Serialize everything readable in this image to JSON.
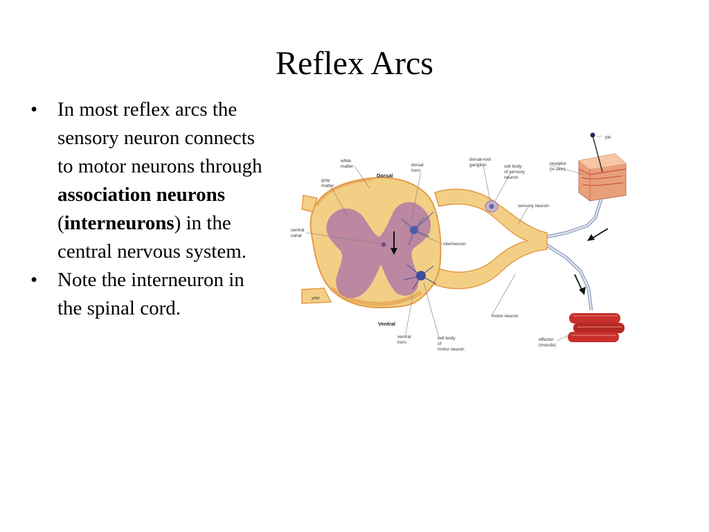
{
  "slide": {
    "title": "Reflex Arcs",
    "bullets": [
      {
        "parts": [
          {
            "text": "In most reflex arcs the sensory neuron connects to motor neurons through ",
            "bold": false
          },
          {
            "text": "association neurons",
            "bold": true
          },
          {
            "text": " (",
            "bold": false
          },
          {
            "text": "interneurons",
            "bold": true
          },
          {
            "text": ") in the central nervous system.",
            "bold": false
          }
        ]
      },
      {
        "parts": [
          {
            "text": "Note the interneuron in the spinal cord.",
            "bold": false
          }
        ]
      }
    ],
    "bullet_symbol": "•"
  },
  "diagram": {
    "labels": {
      "white_matter": [
        "white",
        "matter"
      ],
      "gray_matter": [
        "gray",
        "matter"
      ],
      "dorsal": "Dorsal",
      "dorsal_horn": [
        "dorsal",
        "horn"
      ],
      "dorsal_root_ganglion": [
        "dorsal-root",
        "ganglion"
      ],
      "cell_body_sensory": [
        "cell body",
        "of sensory",
        "neuron"
      ],
      "pin": "pin",
      "receptor": [
        "receptor",
        "(in skin)"
      ],
      "sensory_neuron": "sensory neuron",
      "central_canal": [
        "central",
        "canal"
      ],
      "interneuron": "interneuron",
      "ventral": "Ventral",
      "ventral_horn": [
        "ventral",
        "horn"
      ],
      "cell_body_motor": [
        "cell body",
        "of",
        "motor neuron"
      ],
      "motor_neuron": "motor neuron",
      "effector": [
        "effector",
        "(muscle)"
      ],
      "signature": "yaw"
    },
    "colors": {
      "cord_outer": "#f3cf86",
      "cord_edge": "#e39a45",
      "gray_matter": "#b07aa6",
      "neuron": "#6b7fb8",
      "muscle": "#c8302e",
      "skin": "#e8a07a"
    }
  }
}
